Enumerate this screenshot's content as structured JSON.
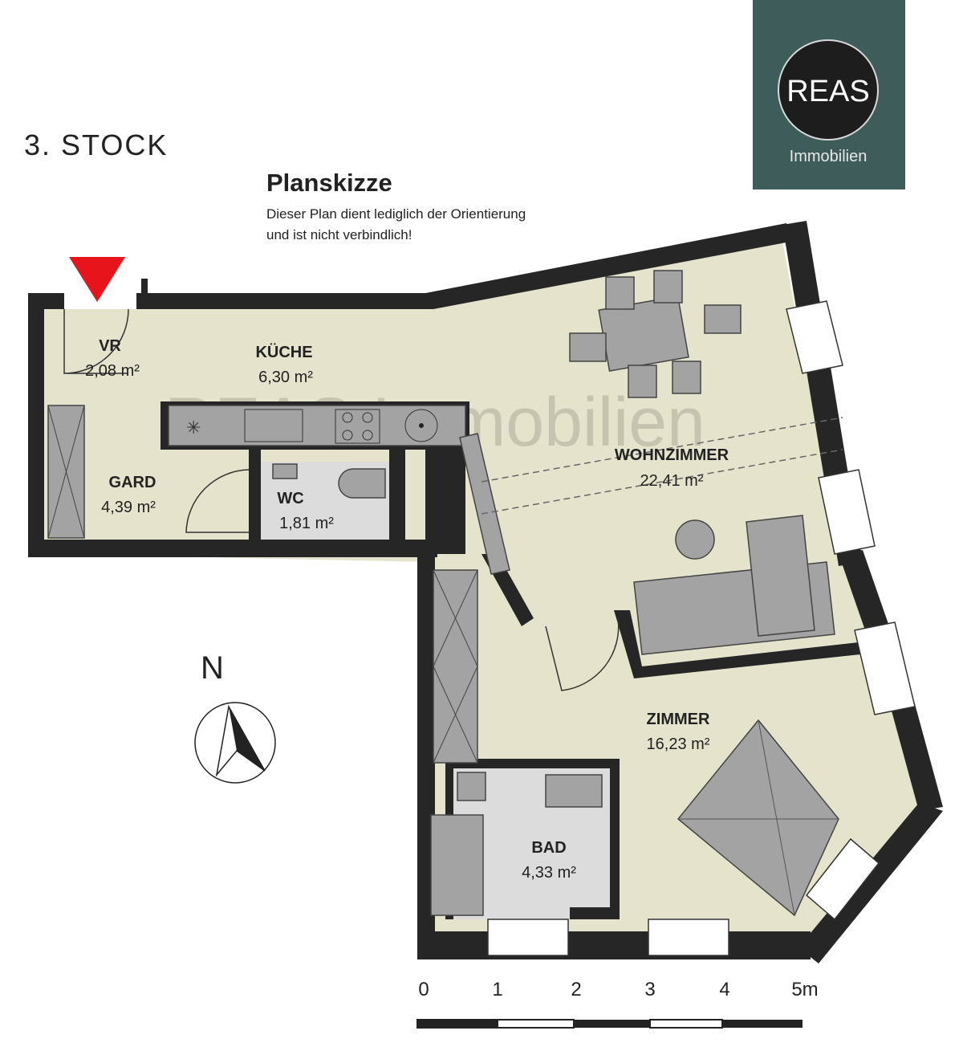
{
  "floor_label": "3. STOCK",
  "plan": {
    "heading": "Planskizze",
    "disclaimer_line1": "Dieser Plan dient lediglich der Orientierung",
    "disclaimer_line2": "und ist nicht verbindlich!"
  },
  "logo": {
    "name": "REAS",
    "sub": "Immobilien",
    "bg_color": "#3d5c5a"
  },
  "watermark": "REAS Immobilien",
  "rooms": [
    {
      "name": "VR",
      "area": "2,08 m²"
    },
    {
      "name": "KÜCHE",
      "area": "6,30 m²"
    },
    {
      "name": "GARD",
      "area": "4,39 m²"
    },
    {
      "name": "WC",
      "area": "1,81 m²"
    },
    {
      "name": "WOHNZIMMER",
      "area": "22,41 m²"
    },
    {
      "name": "ZIMMER",
      "area": "16,23 m²"
    },
    {
      "name": "BAD",
      "area": "4,33 m²"
    }
  ],
  "compass": {
    "label": "N"
  },
  "scale": {
    "labels": [
      "0",
      "1",
      "2",
      "3",
      "4",
      "5m"
    ]
  },
  "entrance_color": "#e8141b"
}
